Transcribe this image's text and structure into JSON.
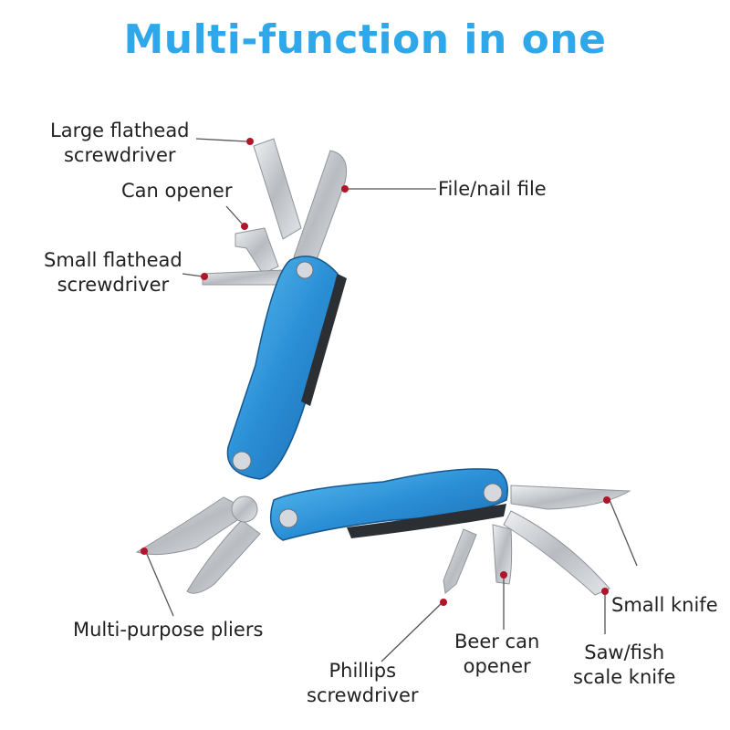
{
  "title": "Multi-function in one",
  "colors": {
    "title": "#2ea8ea",
    "handle": "#2b8fd6",
    "steel": "#c9ccd0",
    "marker": "#b0152a"
  },
  "labels": {
    "large_flathead": [
      "Large flathead",
      "screwdriver"
    ],
    "can_opener": "Can opener",
    "small_flathead": [
      "Small flathead",
      "screwdriver"
    ],
    "file": "File/nail file",
    "pliers": "Multi-purpose pliers",
    "phillips": [
      "Phillips",
      "screwdriver"
    ],
    "beer_opener": [
      "Beer can",
      "opener"
    ],
    "small_knife": "Small knife",
    "saw_knife": [
      "Saw/fish",
      "scale knife"
    ]
  }
}
